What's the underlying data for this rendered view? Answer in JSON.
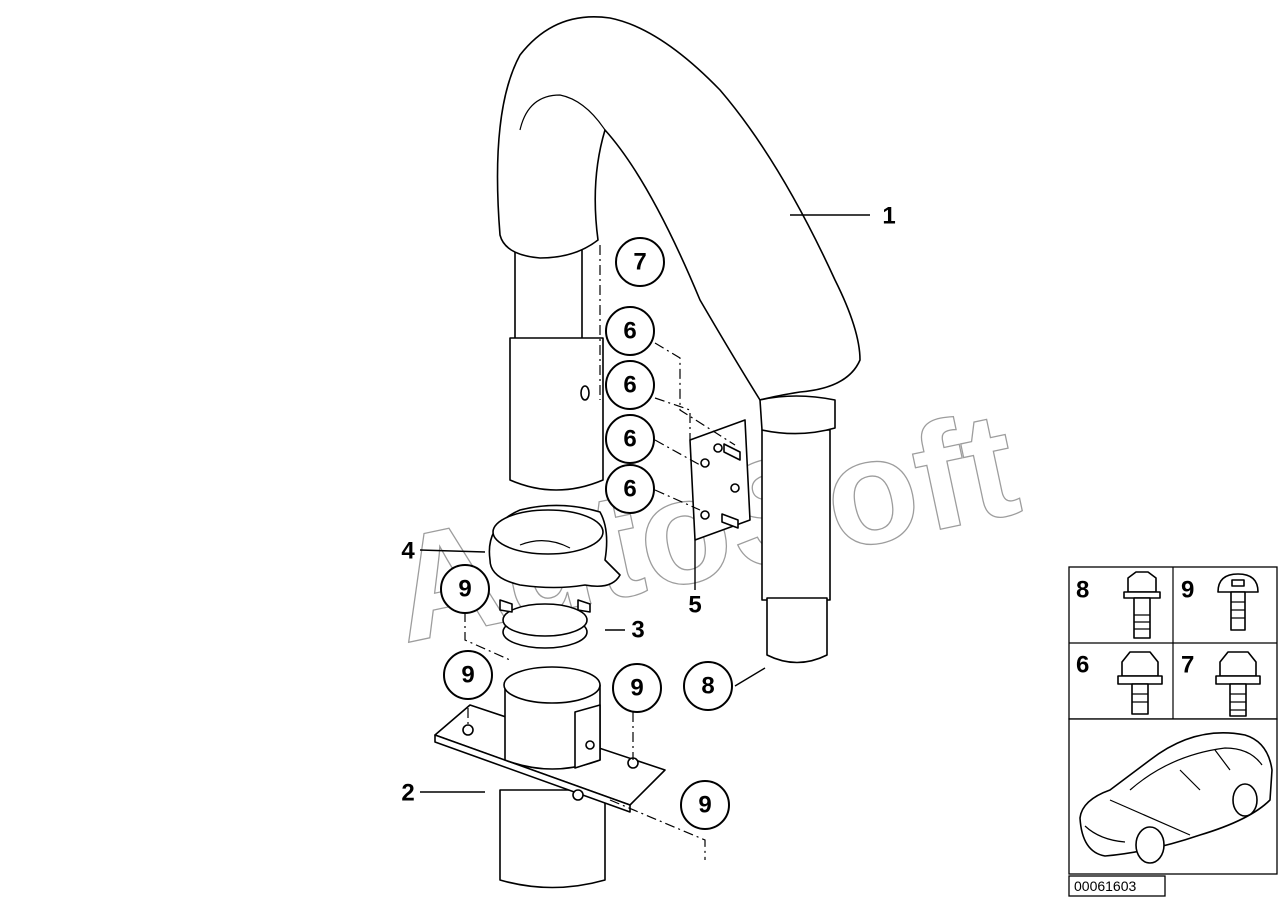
{
  "watermark": "AutoSoft",
  "reference_code": "00061603",
  "callouts": {
    "c7": "7",
    "c6a": "6",
    "c6b": "6",
    "c6c": "6",
    "c6d": "6",
    "c9a": "9",
    "c9b": "9",
    "c9c": "9",
    "c9d": "9",
    "c8": "8"
  },
  "labels": {
    "l1": "1",
    "l2": "2",
    "l3": "3",
    "l4": "4",
    "l5": "5"
  },
  "legend": {
    "items": [
      {
        "label": "8"
      },
      {
        "label": "9"
      },
      {
        "label": "6"
      },
      {
        "label": "7"
      }
    ]
  }
}
